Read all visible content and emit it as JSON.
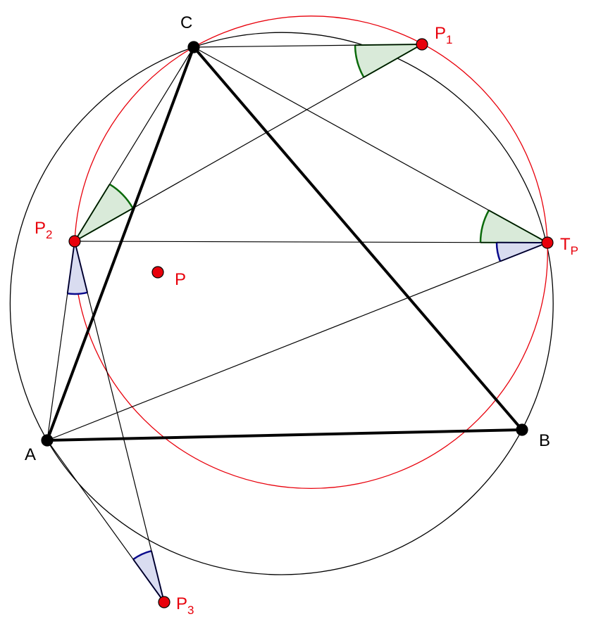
{
  "title": "Triangle ABC with circumcircle and isogonal points",
  "colors": {
    "black": "#000000",
    "red": "#e8000b",
    "green": "#0b6a0b",
    "green_fill": "#d9ead9",
    "blue": "#0a0a8c",
    "blue_fill": "#d9dcf0"
  },
  "labels": {
    "C": {
      "base": "C",
      "sub": ""
    },
    "A": {
      "base": "A",
      "sub": ""
    },
    "B": {
      "base": "B",
      "sub": ""
    },
    "P": {
      "base": "P",
      "sub": ""
    },
    "P1": {
      "base": "P",
      "sub": "1"
    },
    "P2": {
      "base": "P",
      "sub": "2"
    },
    "P3": {
      "base": "P",
      "sub": "3"
    },
    "TP": {
      "base": "T",
      "sub": "P"
    }
  }
}
